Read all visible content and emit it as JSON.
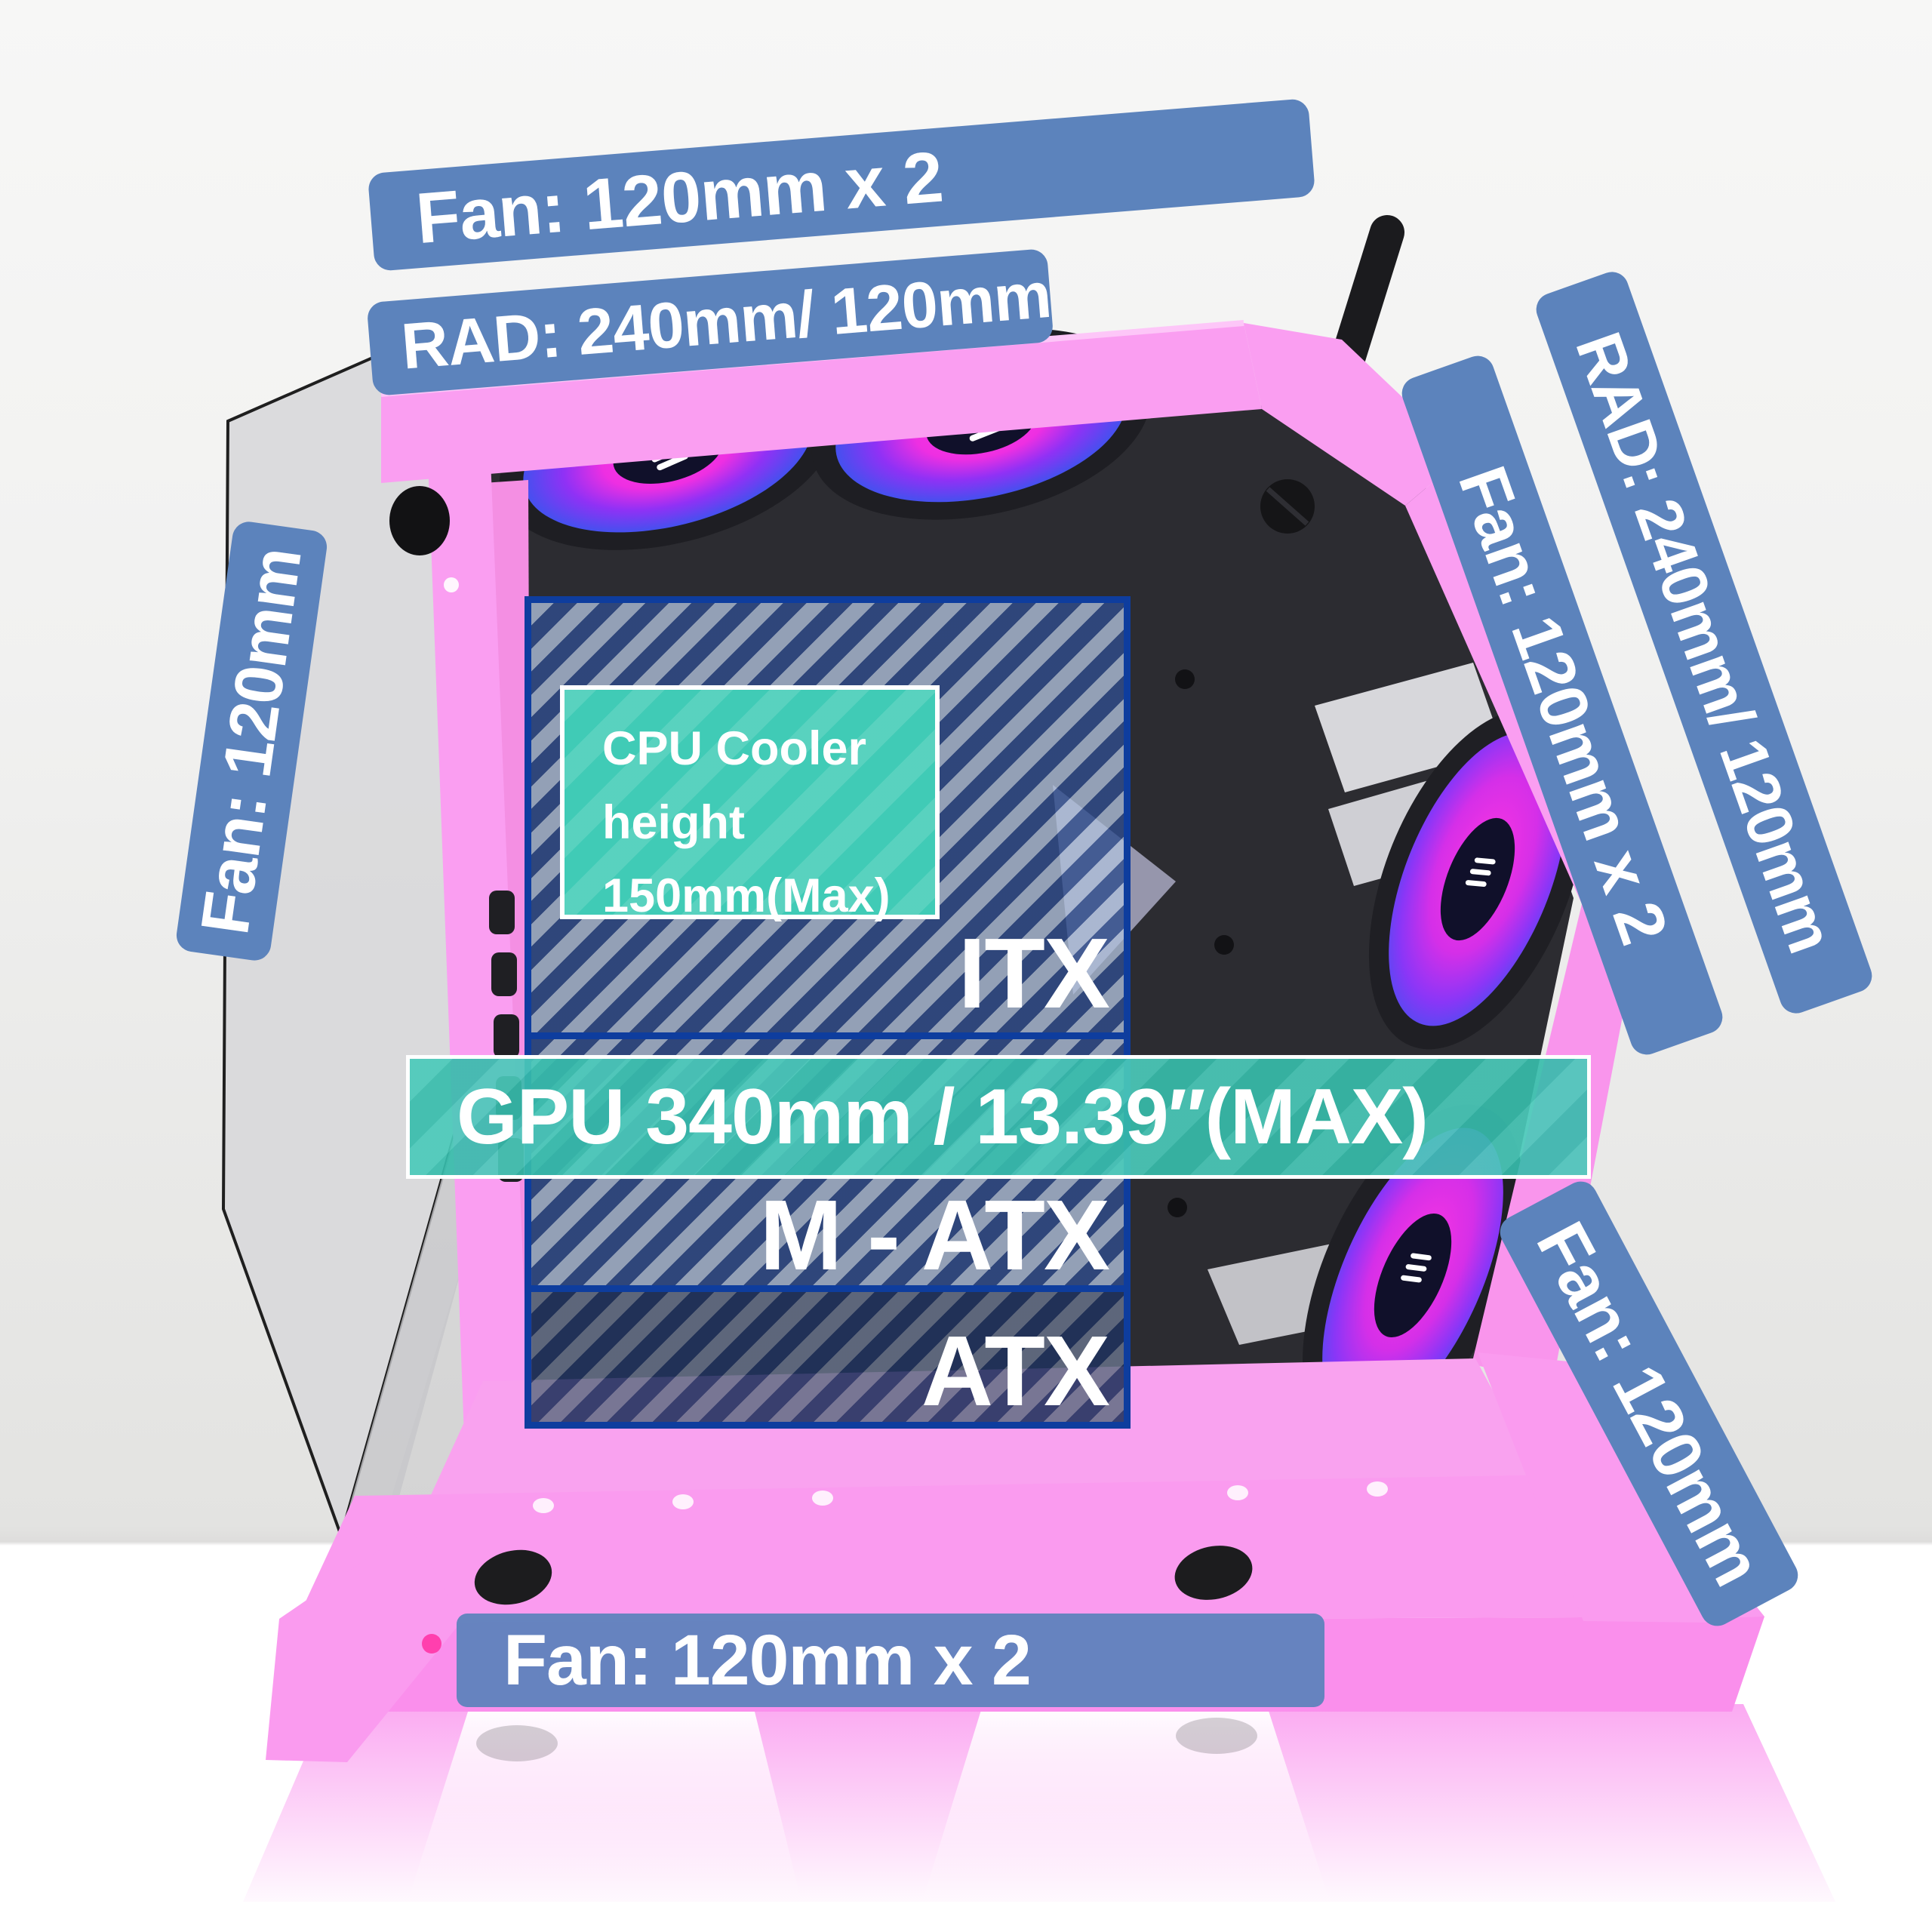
{
  "colors": {
    "accent_blue": "#5c83bc",
    "border_blue": "#0e3d9e",
    "teal": "#40cbb6",
    "case_pink": "#fa9ef1",
    "glow_magenta": "#ff35e0",
    "glow_purple": "#9031f5",
    "glow_blue": "#4550ef"
  },
  "banners": {
    "top_fan": {
      "label": "Fan: 120mm x 2"
    },
    "top_rad": {
      "label": "RAD: 240mm/ 120mm"
    },
    "left_fan": {
      "label": "Fan: 120mm"
    },
    "right_fan": {
      "label": "Fan: 120mm x 2"
    },
    "right_rad": {
      "label": "RAD: 240mm/ 120mm"
    },
    "bottom_right_fan": {
      "label": "Fan: 120mm"
    },
    "bottom_fan": {
      "label": "Fan: 120mm x 2"
    }
  },
  "zones": {
    "itx": "ITX",
    "matx": "M - ATX",
    "atx": "ATX"
  },
  "cpu_box": {
    "lines": [
      "CPU Cooler",
      "height",
      "150mm(Max)"
    ]
  },
  "gpu": {
    "label": "GPU 340mm / 13.39″(MAX)"
  }
}
